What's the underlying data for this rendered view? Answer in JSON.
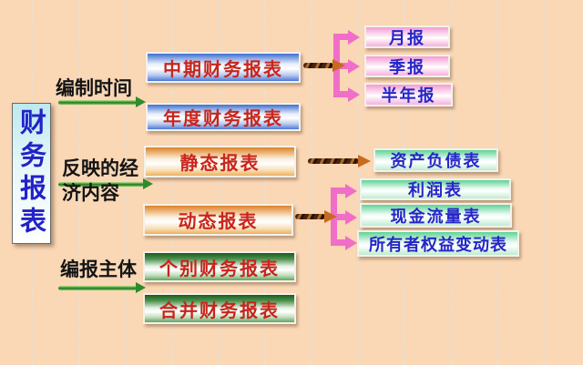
{
  "title": "财务报表",
  "categories": {
    "time": "编制时间",
    "content": "反映的经济内容",
    "entity": "编报主体"
  },
  "boxes": {
    "interim": "中期财务报表",
    "annual": "年度财务报表",
    "static": "静态报表",
    "dynamic": "动态报表",
    "individual": "个别财务报表",
    "consolidated": "合并财务报表",
    "monthly": "月报",
    "quarterly": "季报",
    "semiannual": "半年报",
    "balance_sheet": "资产负债表",
    "income_statement": "利润表",
    "cash_flow": "现金流量表",
    "equity_changes": "所有者权益变动表"
  },
  "colors": {
    "background": "#FAD7B5",
    "red_text": "#C8251C",
    "blue_text": "#2525C8",
    "pink_connector": "#F06EC8",
    "green_arrow": "#1F7A1F",
    "brown_arrow": "#4A2410"
  }
}
